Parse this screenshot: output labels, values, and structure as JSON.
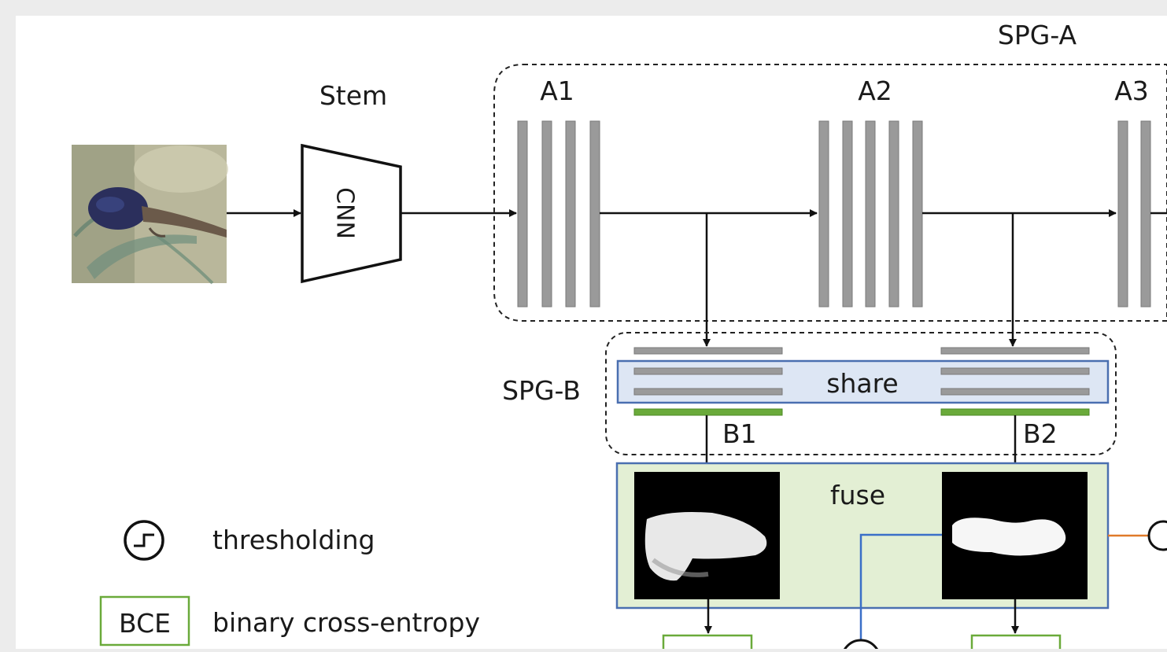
{
  "diagram": {
    "spg_a_label": "SPG-A",
    "stem_label": "Stem",
    "cnn_label": "CNN",
    "blocks": [
      {
        "label": "A1"
      },
      {
        "label": "A2"
      },
      {
        "label": "A3"
      }
    ],
    "spg_b_label": "SPG-B",
    "share_label": "share",
    "b_branches": [
      {
        "label": "B1"
      },
      {
        "label": "B2"
      }
    ],
    "fuse_label": "fuse",
    "legend": {
      "threshold_text": "thresholding",
      "bce_box_label": "BCE",
      "bce_text": "binary cross-entropy"
    }
  },
  "colors": {
    "block_gray": "#9a9a9a",
    "share_fill": "#dde6f4",
    "share_stroke": "#4a6fb0",
    "fuse_fill": "#e3efd4",
    "fuse_stroke": "#4a6fb0",
    "green_bar": "#6aaa3a",
    "bce_stroke": "#6aaa3a",
    "orange_line": "#e07a2a",
    "blue_line": "#3a6fc8"
  }
}
